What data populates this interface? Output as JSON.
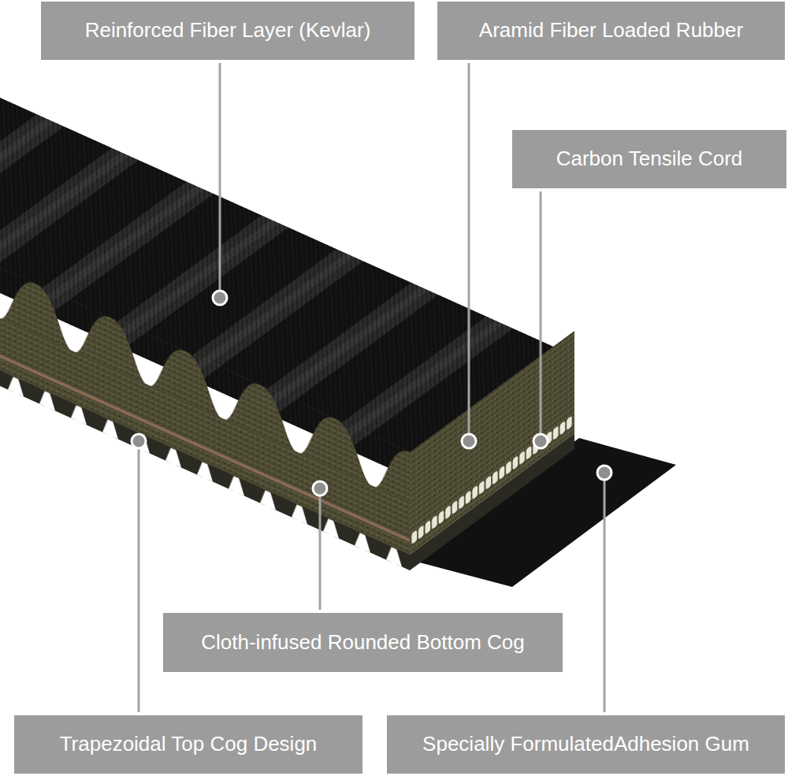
{
  "diagram": {
    "nodes": [
      {
        "text": [
          "Reinforced Fiber Layer (Kevlar)"
        ]
      },
      {
        "text": [
          "Aramid Fiber Loaded Rubber"
        ]
      },
      {
        "text": [
          "Carbon Tensile Cord"
        ]
      },
      {
        "text": [
          "Cloth-infused Rounded Bottom Cog"
        ]
      },
      {
        "text": [
          "Trapezoidal Top Cog Design"
        ]
      },
      {
        "text": [
          "Specially FormulatedAdhesion Gum"
        ]
      }
    ]
  }
}
